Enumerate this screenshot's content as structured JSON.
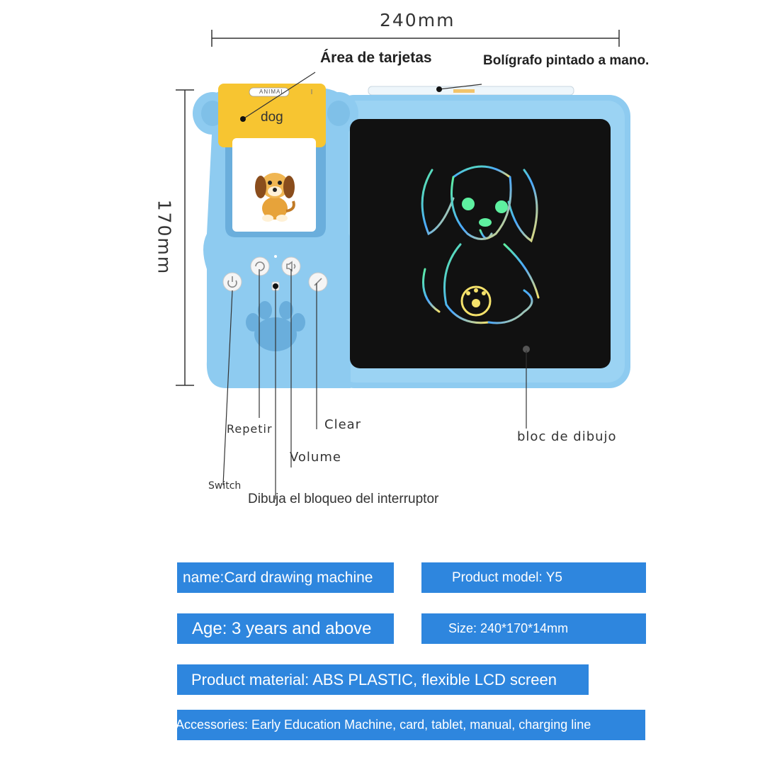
{
  "dimensions": {
    "width_label": "240mm",
    "height_label": "170mm"
  },
  "product_labels": {
    "card_area": "Área de tarjetas",
    "pen": "Bolígrafo pintado a mano.",
    "card_category": "ANIMAL",
    "card_word": "dog",
    "repeat": "Repetir",
    "clear": "Clear",
    "volume": "Volume",
    "switch": "Switch",
    "drawing_lock": "Dibuja el bloqueo del interruptor",
    "drawing_pad": "bloc de dibujo"
  },
  "specs": {
    "name": "name:Card drawing machine",
    "model": "Product model: Y5",
    "age": "Age: 3 years and above",
    "size": "Size: 240*170*14mm",
    "material": "Product material: ABS PLASTIC, flexible LCD screen",
    "accessories": "Accessories: Early Education Machine, card, tablet, manual, charging line"
  },
  "colors": {
    "device_blue": "#8ecbf0",
    "device_dark": "#6aaedc",
    "screen": "#111111",
    "card_yellow": "#f7c531",
    "spec_box": "#2e86de",
    "glow_green": "#5ef0a0",
    "glow_blue": "#4aa8ff"
  },
  "icons": [
    "power-icon",
    "repeat-icon",
    "volume-icon",
    "clear-icon",
    "paw-icon",
    "dog-illustration"
  ]
}
